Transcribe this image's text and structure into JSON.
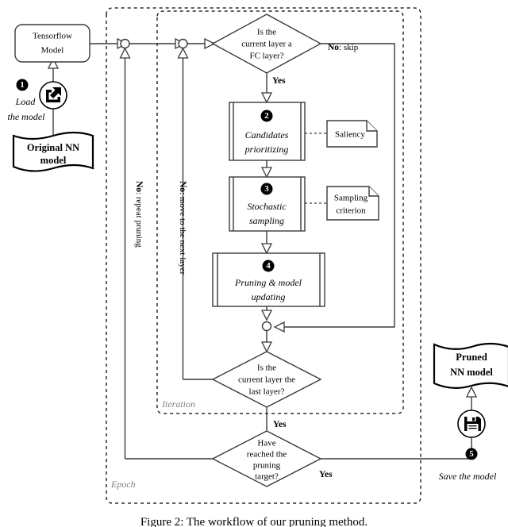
{
  "figure": {
    "caption": "Figure 2: The workflow of our pruning method.",
    "background": "#ffffff",
    "line_color": "#3a3a3a",
    "group_label_color": "#808080"
  },
  "groups": [
    {
      "id": "epoch",
      "label": "Epoch"
    },
    {
      "id": "iteration",
      "label": "Iteration"
    }
  ],
  "nodes": {
    "tensorflow_model": {
      "label_line1": "Tensorflow",
      "label_line2": "Model",
      "shape": "rounded-rect"
    },
    "original_nn": {
      "label_line1": "Original NN",
      "label_line2": "model",
      "shape": "document"
    },
    "pruned_nn": {
      "label_line1": "Pruned",
      "label_line2": "NN model",
      "shape": "document"
    },
    "decision_fc": {
      "line1": "Is the",
      "line2": "current layer a",
      "line3": "FC layer?",
      "shape": "diamond"
    },
    "decision_last_layer": {
      "line1": "Is the",
      "line2": "current layer the",
      "line3": "last layer?",
      "shape": "diamond"
    },
    "decision_target": {
      "line1": "Have",
      "line2": "reached the",
      "line3": "pruning",
      "line4": "target?",
      "shape": "diamond"
    },
    "step_candidates": {
      "badge": "2",
      "label_line1": "Candidates",
      "label_line2": "prioritizing",
      "shape": "process"
    },
    "step_sampling": {
      "badge": "3",
      "label_line1": "Stochastic",
      "label_line2": "sampling",
      "shape": "process"
    },
    "step_pruning": {
      "badge": "4",
      "label_line1": "Pruning & model",
      "label_line2": "updating",
      "shape": "process"
    },
    "note_saliency": {
      "label": "Saliency",
      "shape": "note"
    },
    "note_sampling_criterion": {
      "label_line1": "Sampling",
      "label_line2": "criterion",
      "shape": "note"
    }
  },
  "actions": [
    {
      "id": "load",
      "badge": "1",
      "icon": "import-icon",
      "label_line1": "Load",
      "label_line2": "the model"
    },
    {
      "id": "save",
      "badge": "5",
      "icon": "floppy-disk-icon",
      "label_line1": "Save the model",
      "label_line2": ""
    }
  ],
  "edge_labels": {
    "fc_no": {
      "bold": "No",
      "rest": ": skip"
    },
    "fc_yes": "Yes",
    "last_layer_yes": "Yes",
    "target_yes": "Yes",
    "move_next_layer": {
      "bold": "No",
      "rest": ": move to the next layer"
    },
    "repeat_pruning": {
      "bold": "No",
      "rest": ": repeat pruning"
    }
  }
}
